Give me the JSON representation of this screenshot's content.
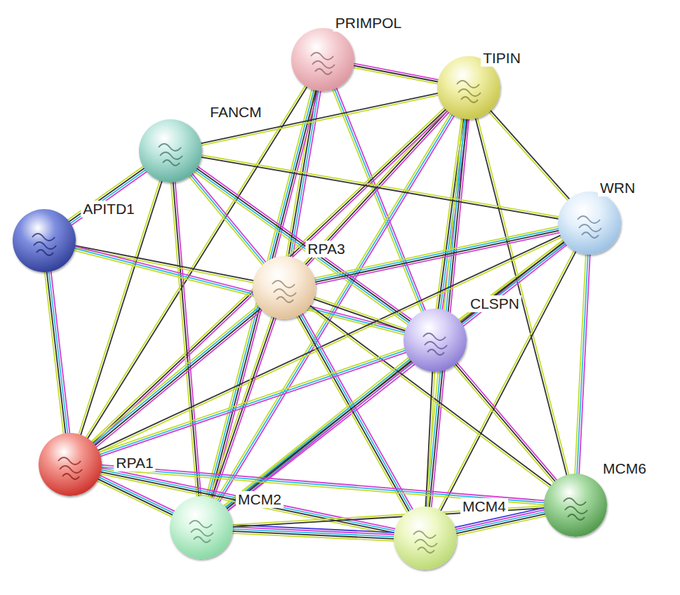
{
  "diagram": {
    "nodes": [
      {
        "text": [
          "PRIMPOL"
        ]
      },
      {
        "text": [
          "TIPIN"
        ]
      },
      {
        "text": [
          "FANCM"
        ]
      },
      {
        "text": [
          "WRN"
        ]
      },
      {
        "text": [
          "APITD1"
        ]
      },
      {
        "text": [
          "RPA3"
        ]
      },
      {
        "text": [
          "CLSPN"
        ]
      },
      {
        "text": [
          "RPA1"
        ]
      },
      {
        "text": [
          "MCM2"
        ]
      },
      {
        "text": [
          "MCM4"
        ]
      },
      {
        "text": [
          "MCM6"
        ]
      }
    ],
    "edges": [
      {
        "from": 0,
        "to": 1,
        "arrow": "none"
      },
      {
        "from": 0,
        "to": 5,
        "arrow": "none"
      },
      {
        "from": 0,
        "to": 7,
        "arrow": "none"
      },
      {
        "from": 0,
        "to": 6,
        "arrow": "none"
      },
      {
        "from": 0,
        "to": 8,
        "arrow": "none"
      },
      {
        "from": 1,
        "to": 2,
        "arrow": "none"
      },
      {
        "from": 1,
        "to": 5,
        "arrow": "none"
      },
      {
        "from": 1,
        "to": 6,
        "arrow": "none"
      },
      {
        "from": 1,
        "to": 3,
        "arrow": "none"
      },
      {
        "from": 1,
        "to": 8,
        "arrow": "none"
      },
      {
        "from": 1,
        "to": 9,
        "arrow": "none"
      },
      {
        "from": 1,
        "to": 10,
        "arrow": "none"
      },
      {
        "from": 1,
        "to": 7,
        "arrow": "none"
      },
      {
        "from": 2,
        "to": 4,
        "arrow": "none"
      },
      {
        "from": 2,
        "to": 7,
        "arrow": "none"
      },
      {
        "from": 2,
        "to": 5,
        "arrow": "none"
      },
      {
        "from": 2,
        "to": 6,
        "arrow": "none"
      },
      {
        "from": 2,
        "to": 3,
        "arrow": "none"
      },
      {
        "from": 2,
        "to": 8,
        "arrow": "none"
      },
      {
        "from": 4,
        "to": 7,
        "arrow": "none"
      },
      {
        "from": 4,
        "to": 5,
        "arrow": "none"
      },
      {
        "from": 4,
        "to": 6,
        "arrow": "none"
      },
      {
        "from": 3,
        "to": 5,
        "arrow": "none"
      },
      {
        "from": 3,
        "to": 7,
        "arrow": "none"
      },
      {
        "from": 3,
        "to": 6,
        "arrow": "none"
      },
      {
        "from": 3,
        "to": 8,
        "arrow": "none"
      },
      {
        "from": 3,
        "to": 9,
        "arrow": "none"
      },
      {
        "from": 3,
        "to": 10,
        "arrow": "none"
      },
      {
        "from": 5,
        "to": 7,
        "arrow": "none"
      },
      {
        "from": 5,
        "to": 6,
        "arrow": "none"
      },
      {
        "from": 5,
        "to": 8,
        "arrow": "none"
      },
      {
        "from": 5,
        "to": 9,
        "arrow": "none"
      },
      {
        "from": 5,
        "to": 10,
        "arrow": "none"
      },
      {
        "from": 6,
        "to": 7,
        "arrow": "none"
      },
      {
        "from": 6,
        "to": 8,
        "arrow": "none"
      },
      {
        "from": 6,
        "to": 9,
        "arrow": "none"
      },
      {
        "from": 6,
        "to": 10,
        "arrow": "none"
      },
      {
        "from": 7,
        "to": 8,
        "arrow": "none"
      },
      {
        "from": 7,
        "to": 9,
        "arrow": "none"
      },
      {
        "from": 7,
        "to": 10,
        "arrow": "none"
      },
      {
        "from": 8,
        "to": 9,
        "arrow": "none"
      },
      {
        "from": 8,
        "to": 10,
        "arrow": "none"
      },
      {
        "from": 9,
        "to": 10,
        "arrow": "none"
      }
    ]
  }
}
